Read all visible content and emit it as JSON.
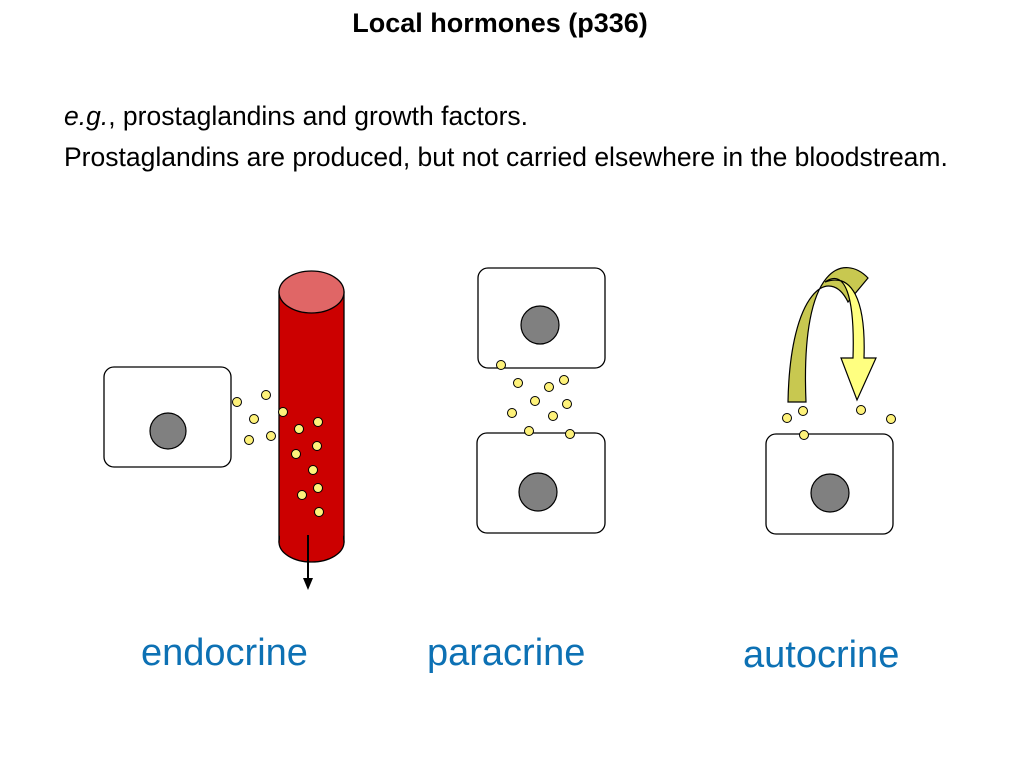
{
  "slide": {
    "title": "Local hormones (p336)",
    "line1_italic": "e.g.",
    "line1_rest": ", prostaglandins and growth factors.",
    "line2": "Prostaglandins are produced, but not carried elsewhere in the bloodstream."
  },
  "labels": {
    "endocrine": "endocrine",
    "paracrine": "paracrine",
    "autocrine": "autocrine"
  },
  "colors": {
    "label_blue": "#0d71b4",
    "vessel_red": "#cc0000",
    "vessel_top": "#e06666",
    "hormone_yellow": "#fef27a",
    "nucleus_gray": "#808080",
    "arrow_yellow": "#ffff80"
  }
}
